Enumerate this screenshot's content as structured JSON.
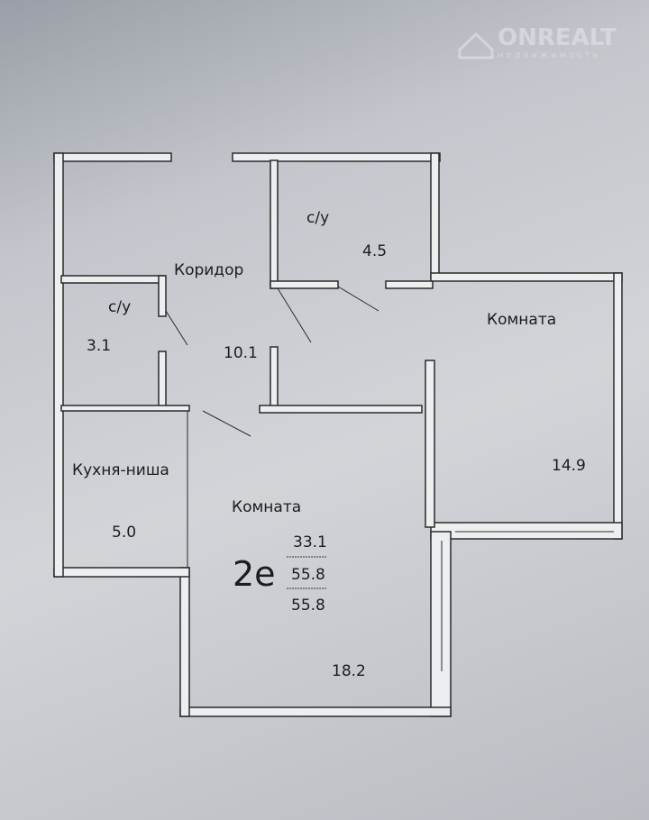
{
  "watermark": {
    "brand": "ONREALT",
    "sub": "недвижимость"
  },
  "plan": {
    "apartment_type": "2e",
    "living_area": "33.1",
    "total_area": "55.8",
    "total_area_2": "55.8",
    "rooms": [
      {
        "name": "Коридор",
        "area": "10.1"
      },
      {
        "name": "с/у",
        "area": "4.5"
      },
      {
        "name": "с/у",
        "area": "3.1"
      },
      {
        "name": "Комната",
        "area": "14.9"
      },
      {
        "name": "Кухня-ниша",
        "area": "5.0"
      },
      {
        "name": "Комната",
        "area": "18.2"
      }
    ]
  }
}
